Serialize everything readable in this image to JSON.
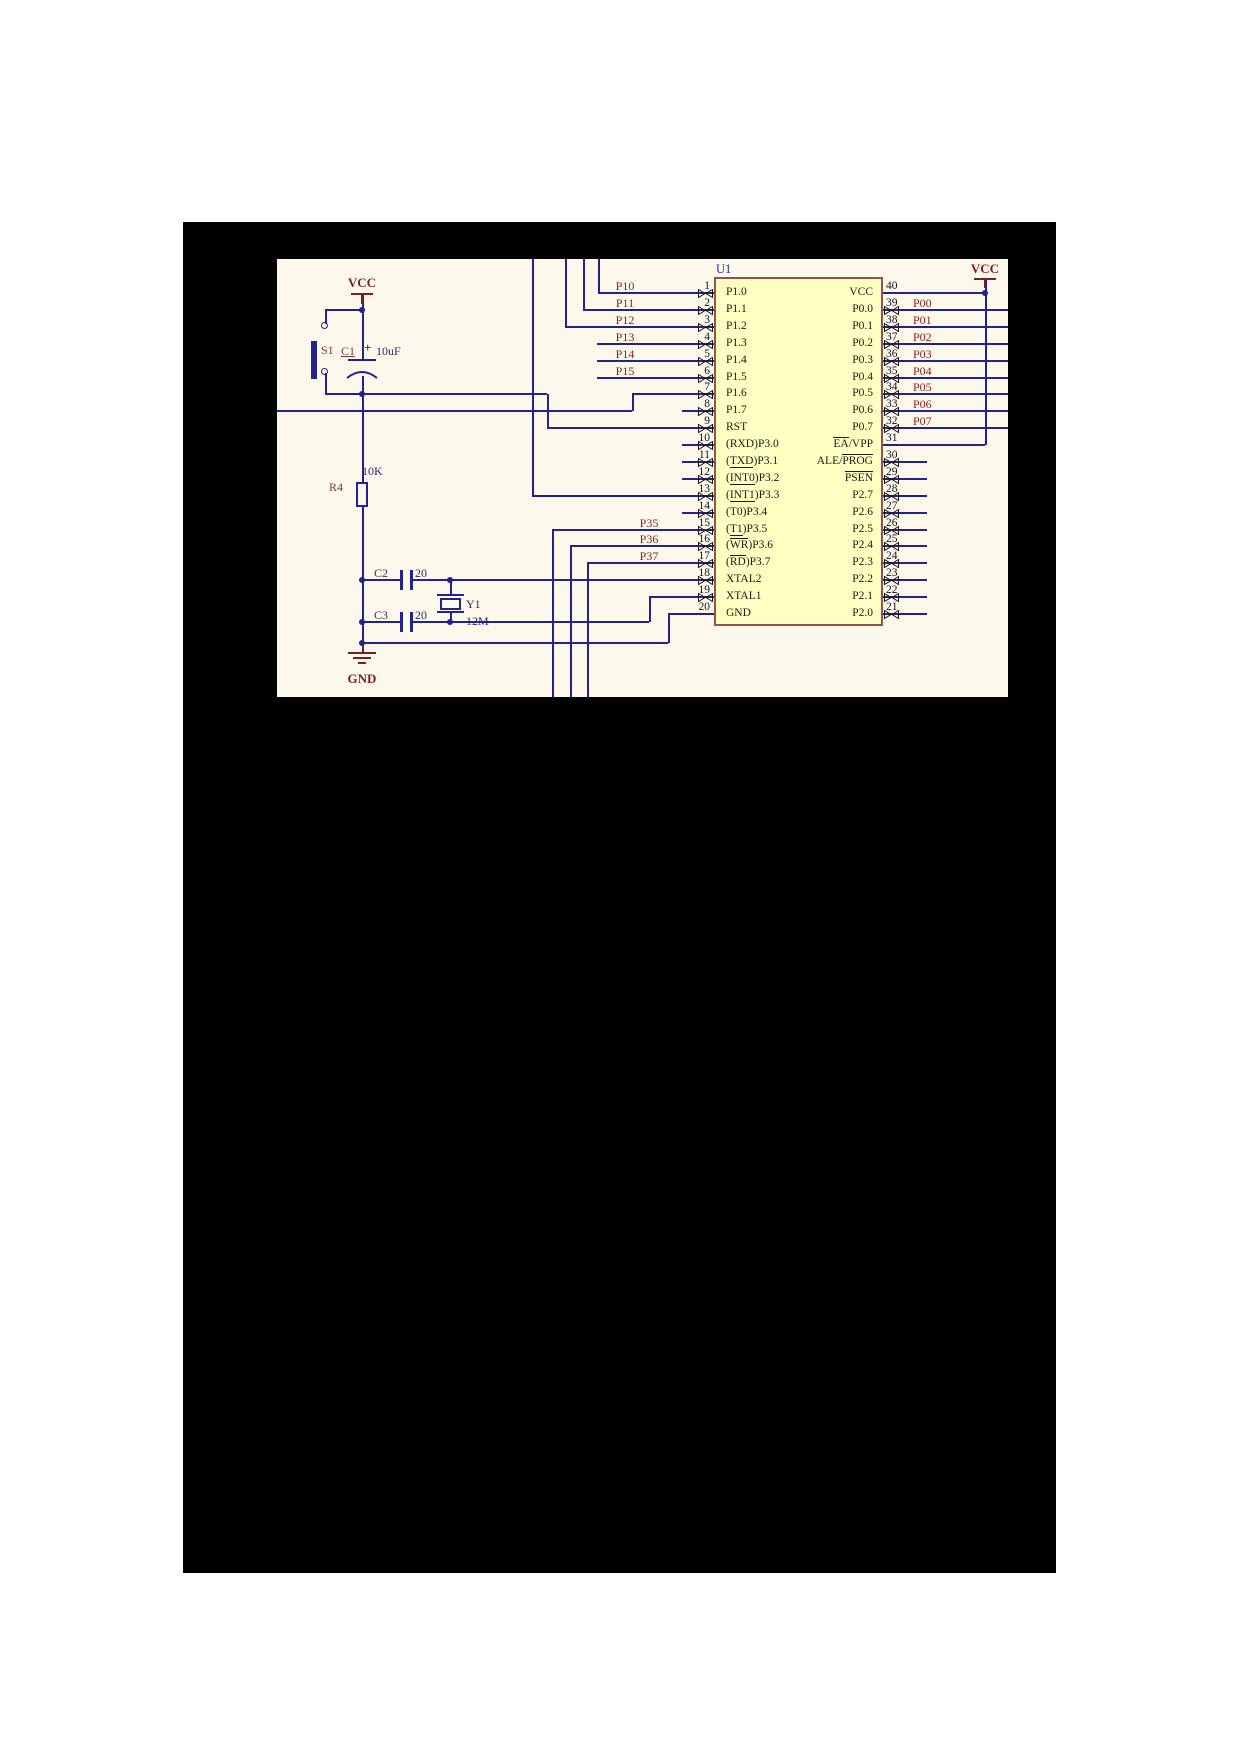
{
  "colors": {
    "black_panel": "#000000",
    "schematic_bg": "#fcf8ec",
    "wire": "#23238e",
    "net_label": "#8b2121",
    "power_label": "#7a1f1f",
    "chip_fill": "#ffffc2",
    "chip_border": "#945151",
    "ref_u1_blue": "#2929b0"
  },
  "chip": {
    "ref": "U1",
    "left_pins": [
      {
        "num": "1",
        "segs": [
          {
            "t": "P1.0"
          }
        ]
      },
      {
        "num": "2",
        "segs": [
          {
            "t": "P1.1"
          }
        ]
      },
      {
        "num": "3",
        "segs": [
          {
            "t": "P1.2"
          }
        ]
      },
      {
        "num": "4",
        "segs": [
          {
            "t": "P1.3"
          }
        ]
      },
      {
        "num": "5",
        "segs": [
          {
            "t": "P1.4"
          }
        ]
      },
      {
        "num": "6",
        "segs": [
          {
            "t": "P1.5"
          }
        ]
      },
      {
        "num": "7",
        "segs": [
          {
            "t": "P1.6"
          }
        ]
      },
      {
        "num": "8",
        "segs": [
          {
            "t": "P1.7"
          }
        ]
      },
      {
        "num": "9",
        "segs": [
          {
            "t": "RST"
          }
        ]
      },
      {
        "num": "10",
        "segs": [
          {
            "t": "(RXD)P3.0"
          }
        ]
      },
      {
        "num": "11",
        "segs": [
          {
            "t": "("
          },
          {
            "t": "TXD",
            "bar": "u"
          },
          {
            "t": ")P3.1"
          }
        ]
      },
      {
        "num": "12",
        "segs": [
          {
            "t": "("
          },
          {
            "t": "INT0",
            "bar": "u"
          },
          {
            "t": ")P3.2"
          }
        ]
      },
      {
        "num": "13",
        "segs": [
          {
            "t": "("
          },
          {
            "t": "INT1",
            "bar": "u"
          },
          {
            "t": ")P3.3"
          }
        ]
      },
      {
        "num": "14",
        "segs": [
          {
            "t": "(T0)P3.4"
          }
        ]
      },
      {
        "num": "15",
        "segs": [
          {
            "t": "("
          },
          {
            "t": "T1",
            "bar": "u"
          },
          {
            "t": ")P3.5"
          }
        ]
      },
      {
        "num": "16",
        "segs": [
          {
            "t": "("
          },
          {
            "t": "WR",
            "bar": "o"
          },
          {
            "t": ")P3.6"
          }
        ]
      },
      {
        "num": "17",
        "segs": [
          {
            "t": "("
          },
          {
            "t": "RD",
            "bar": "o"
          },
          {
            "t": ")P3.7"
          }
        ]
      },
      {
        "num": "18",
        "segs": [
          {
            "t": "XTAL2"
          }
        ]
      },
      {
        "num": "19",
        "segs": [
          {
            "t": "XTAL1"
          }
        ]
      },
      {
        "num": "20",
        "segs": [
          {
            "t": "GND"
          }
        ]
      }
    ],
    "right_pins": [
      {
        "num": "40",
        "segs": [
          {
            "t": "VCC"
          }
        ]
      },
      {
        "num": "39",
        "segs": [
          {
            "t": "P0.0"
          }
        ],
        "net": "P00"
      },
      {
        "num": "38",
        "segs": [
          {
            "t": "P0.1"
          }
        ],
        "net": "P01"
      },
      {
        "num": "37",
        "segs": [
          {
            "t": "P0.2"
          }
        ],
        "net": "P02"
      },
      {
        "num": "36",
        "segs": [
          {
            "t": "P0.3"
          }
        ],
        "net": "P03"
      },
      {
        "num": "35",
        "segs": [
          {
            "t": "P0.4"
          }
        ],
        "net": "P04"
      },
      {
        "num": "34",
        "segs": [
          {
            "t": "P0.5"
          }
        ],
        "net": "P05"
      },
      {
        "num": "33",
        "segs": [
          {
            "t": "P0.6"
          }
        ],
        "net": "P06"
      },
      {
        "num": "32",
        "segs": [
          {
            "t": "P0.7"
          }
        ],
        "net": "P07"
      },
      {
        "num": "31",
        "segs": [
          {
            "t": "EA",
            "bar": "o"
          },
          {
            "t": "/VPP"
          }
        ]
      },
      {
        "num": "30",
        "segs": [
          {
            "t": "ALE/"
          },
          {
            "t": "PROG",
            "bar": "o"
          }
        ]
      },
      {
        "num": "29",
        "segs": [
          {
            "t": "PSEN",
            "bar": "o"
          }
        ]
      },
      {
        "num": "28",
        "segs": [
          {
            "t": "P2.7"
          }
        ]
      },
      {
        "num": "27",
        "segs": [
          {
            "t": "P2.6"
          }
        ]
      },
      {
        "num": "26",
        "segs": [
          {
            "t": "P2.5"
          }
        ]
      },
      {
        "num": "25",
        "segs": [
          {
            "t": "P2.4"
          }
        ]
      },
      {
        "num": "24",
        "segs": [
          {
            "t": "P2.3"
          }
        ]
      },
      {
        "num": "23",
        "segs": [
          {
            "t": "P2.2"
          }
        ]
      },
      {
        "num": "22",
        "segs": [
          {
            "t": "P2.1"
          }
        ]
      },
      {
        "num": "21",
        "segs": [
          {
            "t": "P2.0"
          }
        ]
      }
    ]
  },
  "net_labels_left": [
    "P10",
    "P11",
    "P12",
    "P13",
    "P14",
    "P15"
  ],
  "net_labels_mid": [
    "P35",
    "P36",
    "P37"
  ],
  "power": {
    "vcc_left": "VCC",
    "vcc_right": "VCC",
    "gnd": "GND"
  },
  "components": {
    "s1": {
      "ref": "S1"
    },
    "c1": {
      "ref": "C1",
      "plus": "+",
      "value": "10uF"
    },
    "r4": {
      "ref": "R4",
      "value": "10K"
    },
    "c2": {
      "ref": "C2",
      "value": "20"
    },
    "c3": {
      "ref": "C3",
      "value": "20"
    },
    "y1": {
      "ref": "Y1",
      "value": "12M"
    }
  }
}
